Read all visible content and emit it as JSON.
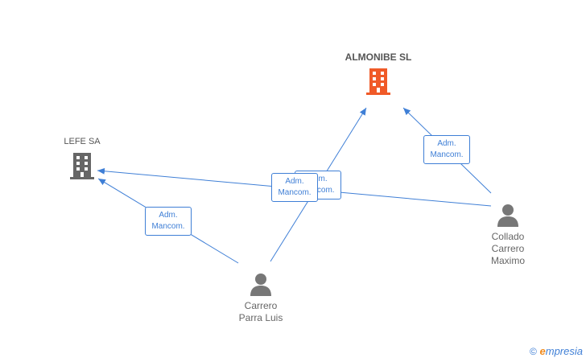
{
  "colors": {
    "edge": "#3f7fd6",
    "main_company": "#f05a28",
    "company": "#666666",
    "person": "#777777"
  },
  "nodes": {
    "almonibe": {
      "name": "ALMONIBE SL",
      "icon": "building-icon"
    },
    "lefe": {
      "name": "LEFE SA",
      "icon": "building-icon"
    },
    "collado": {
      "name": [
        "Collado",
        "Carrero",
        "Maximo"
      ],
      "icon": "person-icon"
    },
    "carrero": {
      "name": [
        "Carrero",
        "Parra Luis"
      ],
      "icon": "person-icon"
    }
  },
  "edges": [
    {
      "from": "Collado Carrero Maximo",
      "to": "ALMONIBE SL",
      "label": [
        "Adm.",
        "Mancom."
      ]
    },
    {
      "from": "Carrero Parra Luis",
      "to": "LEFE SA",
      "label": [
        "Adm.",
        "Mancom."
      ]
    },
    {
      "from": "Carrero Parra Luis",
      "to": "ALMONIBE SL",
      "label": [
        "Adm.",
        "Mancom."
      ]
    },
    {
      "from": "Collado Carrero Maximo",
      "to": "LEFE SA",
      "label": [
        "Adm.",
        "Mancom."
      ]
    }
  ],
  "footer": {
    "copyright": "©",
    "brand_first": "e",
    "brand_rest": "mpresia"
  }
}
